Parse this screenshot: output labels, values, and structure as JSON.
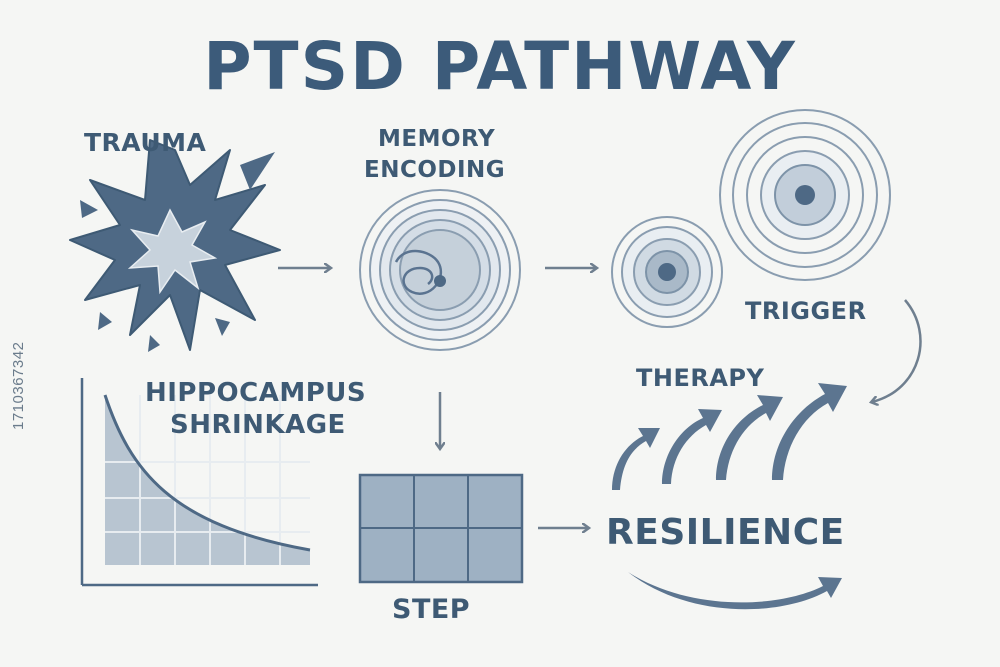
{
  "title": "PTSD PATHWAY",
  "stages": {
    "trauma": "TRAUMA",
    "memory_line1": "MEMORY",
    "memory_line2": "ENCODING",
    "trigger": "TRIGGER",
    "hippocampus_line1": "HIPPOCAMPUS",
    "hippocampus_line2": "SHRINKAGE",
    "therapy": "THERAPY",
    "step": "STEP",
    "resilience": "RESILIENCE"
  },
  "watermark": "1710367342",
  "colors": {
    "ink": "#3e5a74",
    "mid": "#7d93a8",
    "light": "#c4ced8",
    "arrow": "#6f7f8f",
    "background": "#f5f6f4"
  },
  "icons": {
    "trauma": "explosion-burst-icon",
    "memory": "brain-spiral-icon",
    "trigger": "concentric-rings-icon",
    "hippocampus": "decay-curve-graph-icon",
    "step": "grid-table-icon",
    "therapy": "rising-arrows-icon"
  }
}
